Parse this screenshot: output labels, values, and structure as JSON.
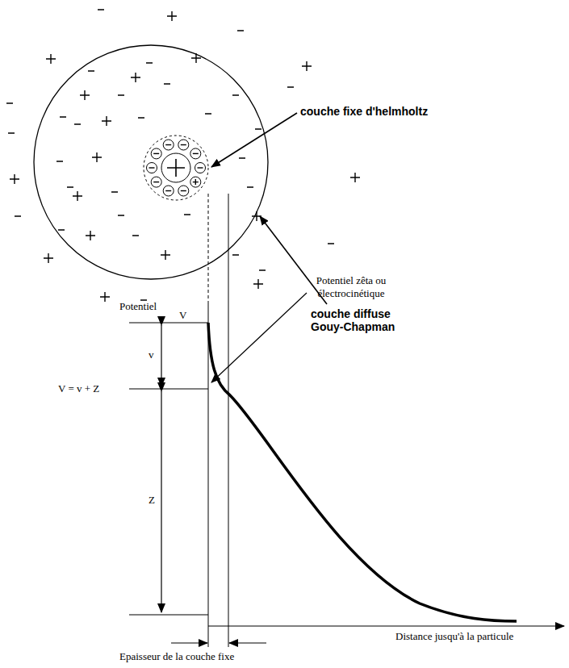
{
  "diagram": {
    "labels": [
      "couche fixe d'helmholtz",
      "couche diffuse Gouy-Chapman",
      "Potentiel",
      "Potentiel zêta ou électrocinétique",
      "V",
      "v",
      "V = v + Z",
      "Z",
      "Distance jusqu'à la particule",
      "Epaisseur de la couche fixe"
    ]
  }
}
